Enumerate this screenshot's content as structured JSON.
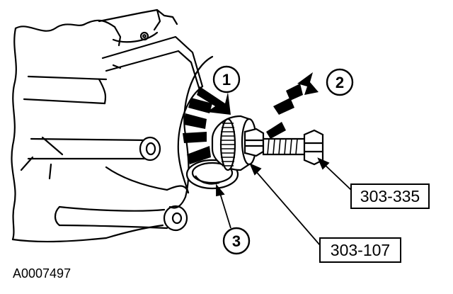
{
  "callouts": {
    "step_1": "1",
    "step_2": "2",
    "step_3": "3"
  },
  "tool_labels": {
    "bolt_tool": "303-335",
    "puller_tool": "303-107"
  },
  "figure_id": "A0007497",
  "colors": {
    "ink": "#000000",
    "paper": "#ffffff"
  }
}
